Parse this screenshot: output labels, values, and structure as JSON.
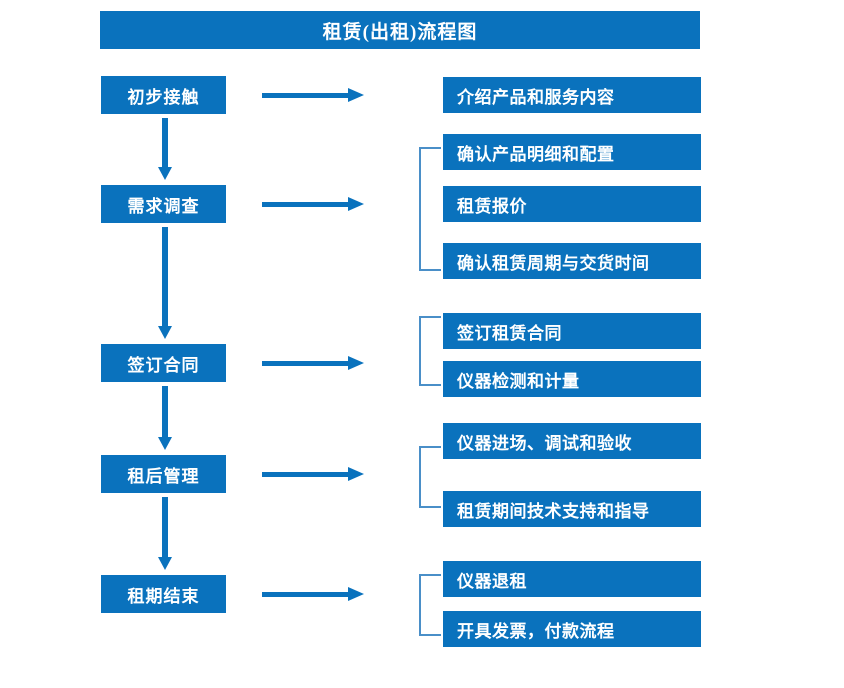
{
  "diagram": {
    "title": "租赁(出租)流程图",
    "accent_color": "#0a72bd",
    "bracket_color": "#4a8fc8",
    "text_color": "#ffffff",
    "background_color": "#ffffff"
  },
  "stages": [
    {
      "id": "stage-1",
      "label": "初步接触"
    },
    {
      "id": "stage-2",
      "label": "需求调查"
    },
    {
      "id": "stage-3",
      "label": "签订合同"
    },
    {
      "id": "stage-4",
      "label": "租后管理"
    },
    {
      "id": "stage-5",
      "label": "租期结束"
    }
  ],
  "details": {
    "group_1": [
      {
        "label": "介绍产品和服务内容"
      }
    ],
    "group_2": [
      {
        "label": "确认产品明细和配置"
      },
      {
        "label": "租赁报价"
      },
      {
        "label": "确认租赁周期与交货时间"
      }
    ],
    "group_3": [
      {
        "label": "签订租赁合同"
      },
      {
        "label": "仪器检测和计量"
      }
    ],
    "group_4": [
      {
        "label": "仪器进场、调试和验收"
      },
      {
        "label": "租赁期间技术支持和指导"
      }
    ],
    "group_5": [
      {
        "label": "仪器退租"
      },
      {
        "label": "开具发票，付款流程"
      }
    ]
  },
  "connectors": {
    "horizontal_arrow_icon": "arrow-right-icon",
    "vertical_arrow_icon": "arrow-down-icon",
    "bracket_icon": "group-bracket-icon"
  }
}
